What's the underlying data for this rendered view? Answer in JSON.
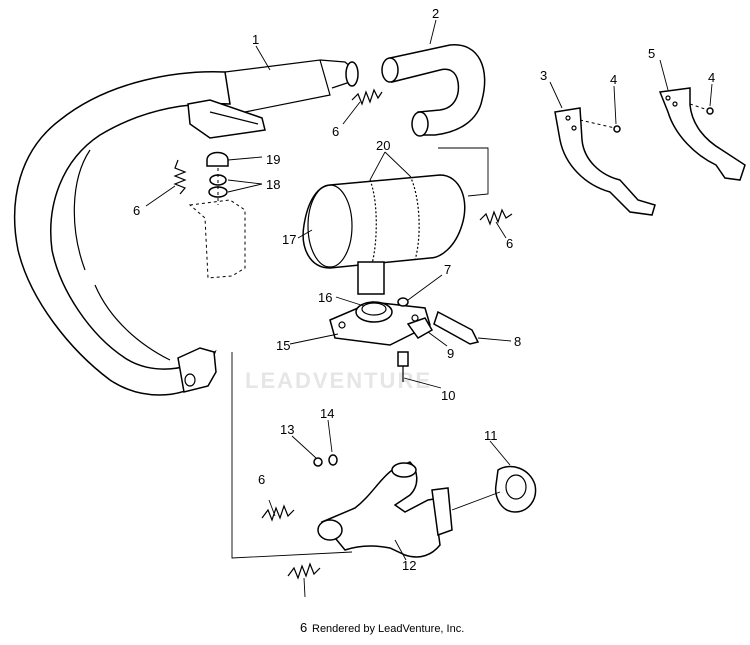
{
  "watermark": "LEADVENTURE",
  "credit": "Rendered by LeadVenture, Inc.",
  "callouts": {
    "c1": "1",
    "c2": "2",
    "c3": "3",
    "c4a": "4",
    "c4b": "4",
    "c5": "5",
    "c6a": "6",
    "c6b": "6",
    "c6c": "6",
    "c6d": "6",
    "c6e": "6",
    "c7": "7",
    "c8": "8",
    "c9": "9",
    "c10": "10",
    "c11": "11",
    "c12": "12",
    "c13": "13",
    "c14": "14",
    "c15": "15",
    "c16": "16",
    "c17": "17",
    "c18": "18",
    "c19": "19",
    "c20": "20"
  }
}
